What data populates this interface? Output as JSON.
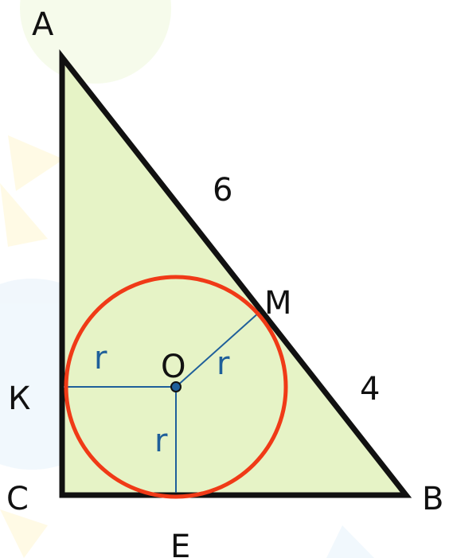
{
  "figure": {
    "vertices": {
      "A": "A",
      "B": "B",
      "C": "C"
    },
    "tangent_points": {
      "K": "К",
      "M": "M",
      "E": "E"
    },
    "center": "O",
    "radius_label": "r",
    "side_labels": {
      "AM": "6",
      "MB": "4"
    }
  },
  "colors": {
    "triangle_fill": "#e6f3c6",
    "triangle_stroke": "#111111",
    "circle_stroke": "#f03a17",
    "radius_stroke": "#1f5f9a",
    "label_blue": "#1f5f9a",
    "label_black": "#111111"
  }
}
